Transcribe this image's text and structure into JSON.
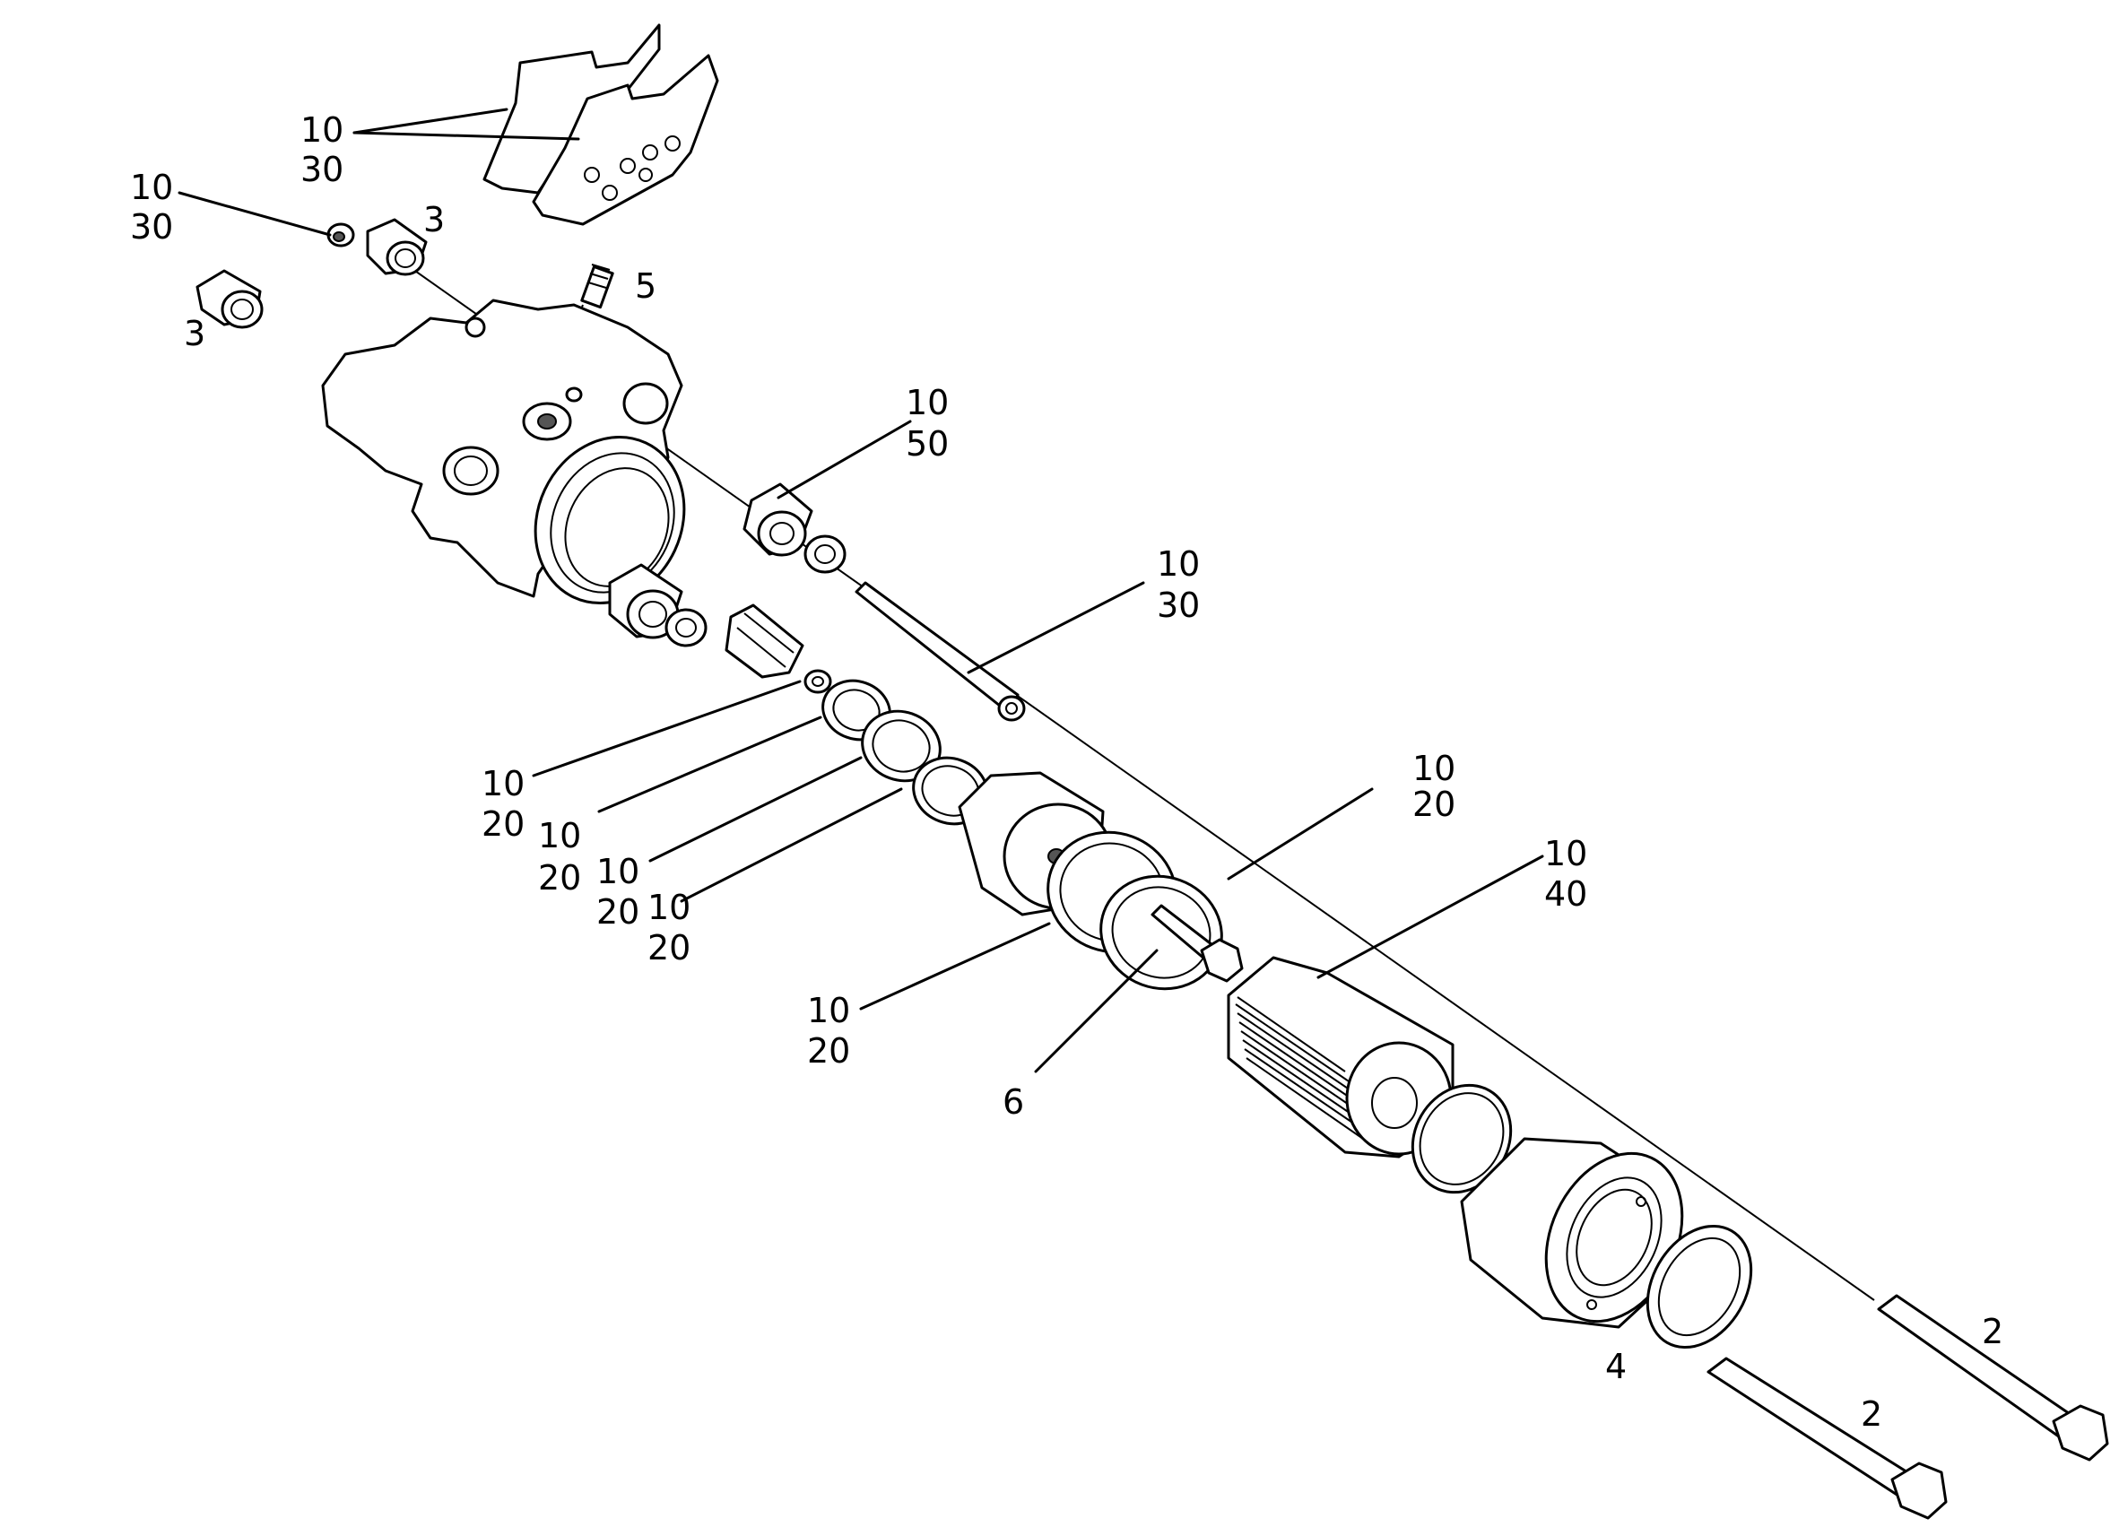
{
  "diagram": {
    "callouts": [
      {
        "id": "pads",
        "lines": [
          "10",
          "30"
        ]
      },
      {
        "id": "nut-small",
        "lines": [
          "10",
          "30"
        ]
      },
      {
        "id": "bushing-top",
        "lines": [
          "3"
        ]
      },
      {
        "id": "bushing-left",
        "lines": [
          "3"
        ]
      },
      {
        "id": "bleeder",
        "lines": [
          "5"
        ]
      },
      {
        "id": "sleeve",
        "lines": [
          "10",
          "50"
        ]
      },
      {
        "id": "guide-pin",
        "lines": [
          "10",
          "30"
        ]
      },
      {
        "id": "ring-1",
        "lines": [
          "10",
          "20"
        ]
      },
      {
        "id": "ring-2",
        "lines": [
          "10",
          "20"
        ]
      },
      {
        "id": "ring-3",
        "lines": [
          "10",
          "20"
        ]
      },
      {
        "id": "ring-4",
        "lines": [
          "10",
          "20"
        ]
      },
      {
        "id": "ring-5",
        "lines": [
          "10",
          "20"
        ]
      },
      {
        "id": "ring-6",
        "lines": [
          "10",
          "20"
        ]
      },
      {
        "id": "spring-pack",
        "lines": [
          "10",
          "40"
        ]
      },
      {
        "id": "adjuster-screw",
        "lines": [
          "6"
        ]
      },
      {
        "id": "end-seal",
        "lines": [
          "4"
        ]
      },
      {
        "id": "bolt-upper",
        "lines": [
          "2"
        ]
      },
      {
        "id": "bolt-lower",
        "lines": [
          "2"
        ]
      }
    ]
  }
}
